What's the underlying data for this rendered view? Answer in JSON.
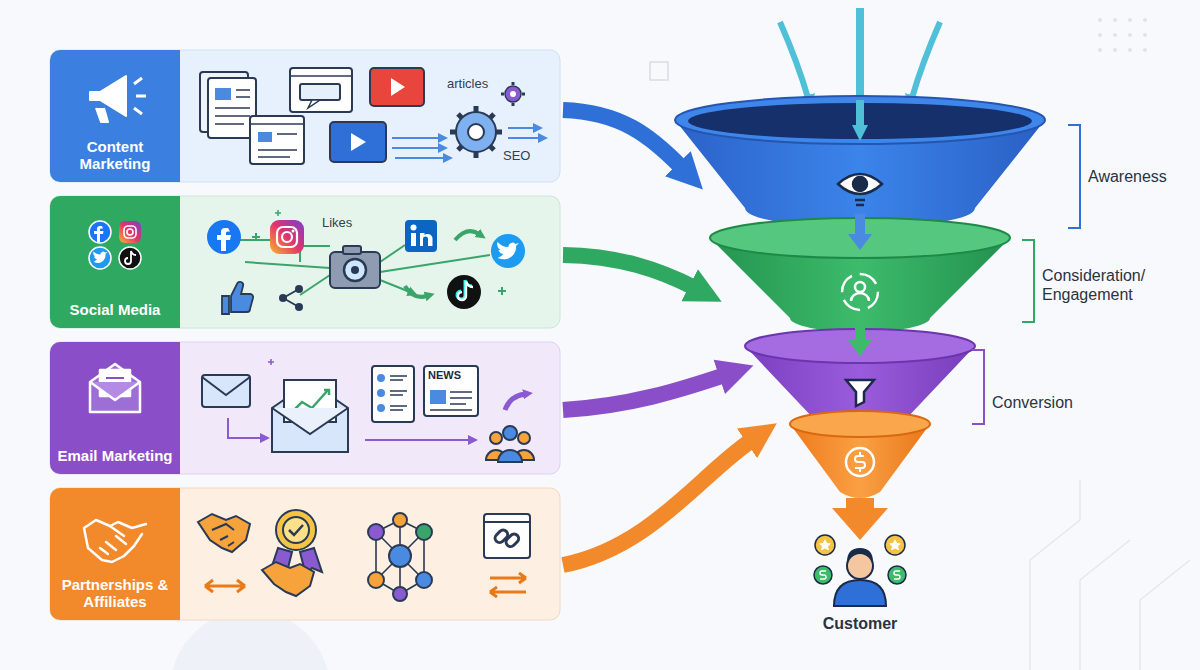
{
  "diagram": {
    "nodes": [
      {
        "text": [
          "Content Marketing"
        ]
      },
      {
        "text": [
          "Social Media"
        ]
      },
      {
        "text": [
          "Email Marketing"
        ]
      },
      {
        "text": [
          "Partnerships & Affiliates"
        ]
      }
    ],
    "labels": [
      "articles",
      "SEO",
      "Likes",
      "NEWS",
      "Awareness",
      "Consideration/ Engagement",
      "Conversion",
      "Customer"
    ]
  }
}
